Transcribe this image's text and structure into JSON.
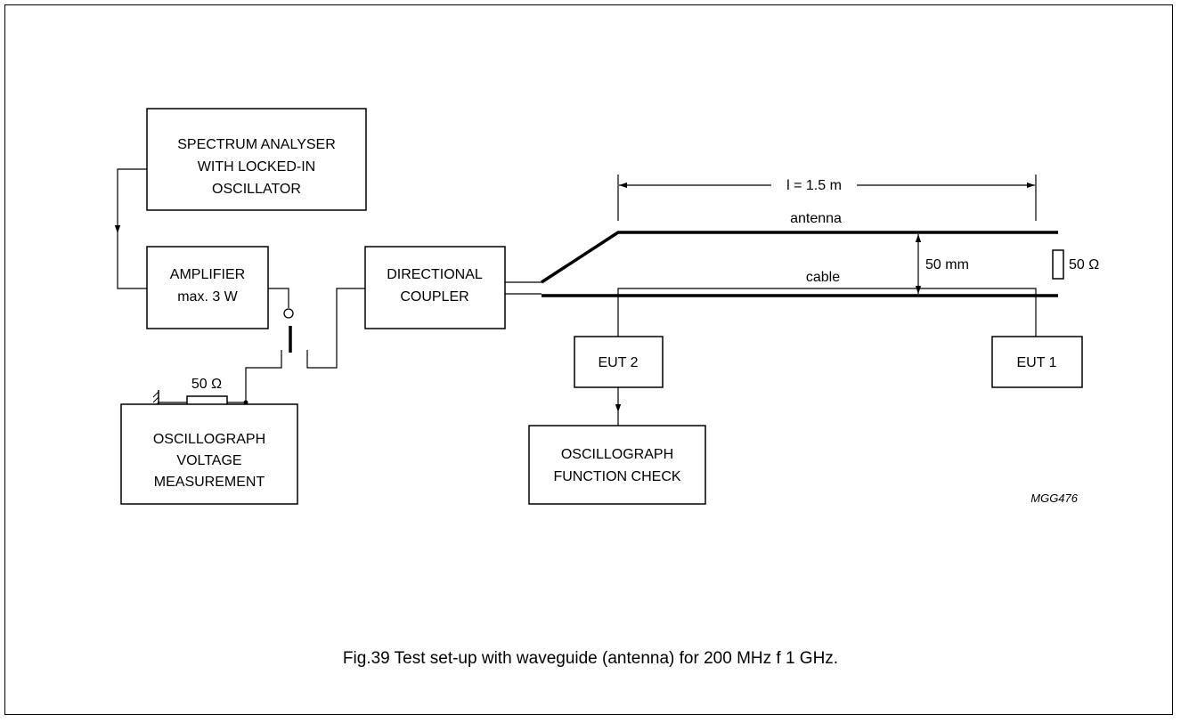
{
  "blocks": {
    "spectrum_analyser": [
      "SPECTRUM ANALYSER",
      "WITH LOCKED-IN",
      "OSCILLATOR"
    ],
    "amplifier": [
      "AMPLIFIER",
      "max. 3 W"
    ],
    "directional_coupler": [
      "DIRECTIONAL",
      "COUPLER"
    ],
    "osc_voltage": [
      "OSCILLOGRAPH",
      "VOLTAGE",
      "MEASUREMENT"
    ],
    "eut2": "EUT 2",
    "eut1": "EUT 1",
    "osc_function": [
      "OSCILLOGRAPH",
      "FUNCTION CHECK"
    ]
  },
  "labels": {
    "length": "l = 1.5 m",
    "antenna": "antenna",
    "cable": "cable",
    "gap": "50 mm",
    "termination": "50 Ω",
    "load": "50 Ω"
  },
  "figure_code": "MGG476",
  "caption": "Fig.39  Test set-up with waveguide (antenna) for 200 MHz f 1 GHz."
}
